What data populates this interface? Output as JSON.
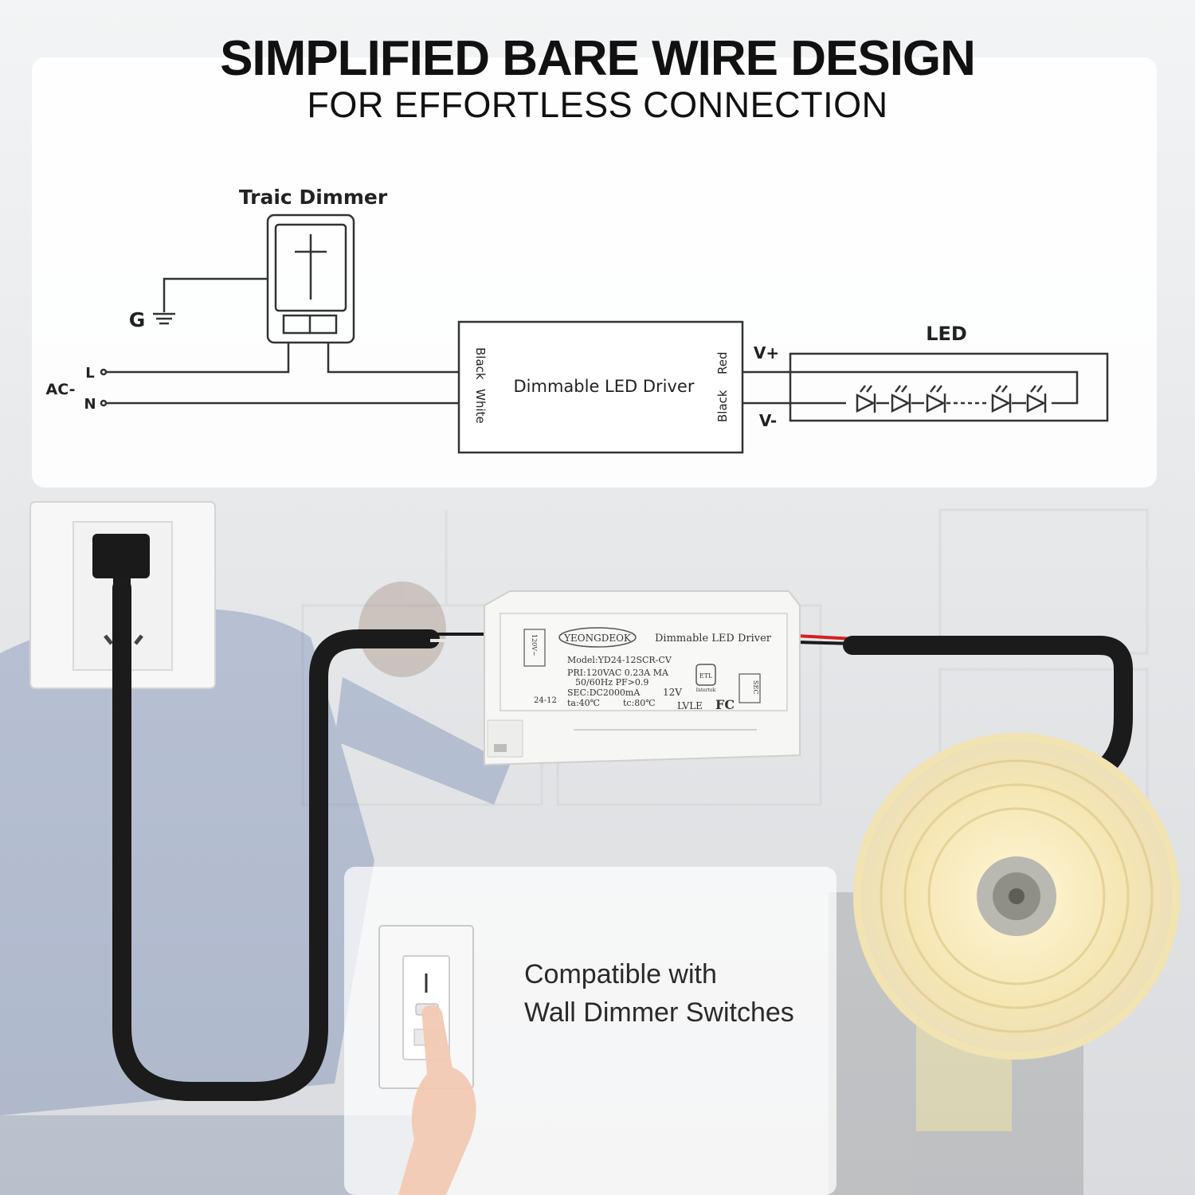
{
  "header": {
    "headline": "SIMPLIFIED BARE WIRE DESIGN",
    "subheadline": "FOR EFFORTLESS CONNECTION"
  },
  "diagram": {
    "dimmer_label": "Traic Dimmer",
    "ground_label": "G",
    "ac_label": "AC-",
    "l_label": "L",
    "n_label": "N",
    "driver_label": "Dimmable LED Driver",
    "driver_in_black": "Black",
    "driver_in_white": "White",
    "driver_out_red": "Red",
    "driver_out_black": "Black",
    "vplus_label": "V+",
    "vminus_label": "V-",
    "led_label": "LED"
  },
  "driver_unit": {
    "brand": "YEONGDEOK",
    "name": "Dimmable LED Driver",
    "model": "Model:YD24-12SCR-CV",
    "pri": "PRI:120VAC 0.23A MA",
    "freq": "50/60Hz PF>0.9",
    "sec": "SEC:DC2000mA",
    "voltage": "12V",
    "ta": "ta:40℃",
    "tc": "tc:80℃",
    "code": "24-12",
    "lvle": "LVLE",
    "fcc": "FC",
    "etl": "ETL",
    "intertek": "Intertek",
    "in_side": "120V~",
    "out_side": "SEC"
  },
  "caption": {
    "line1": "Compatible with",
    "line2": "Wall Dimmer Switches"
  },
  "colors": {
    "wire": "#1b1b1b",
    "diagram_line": "#333333",
    "panel": "#ffffff",
    "led_glow": "#f4e7b8"
  }
}
